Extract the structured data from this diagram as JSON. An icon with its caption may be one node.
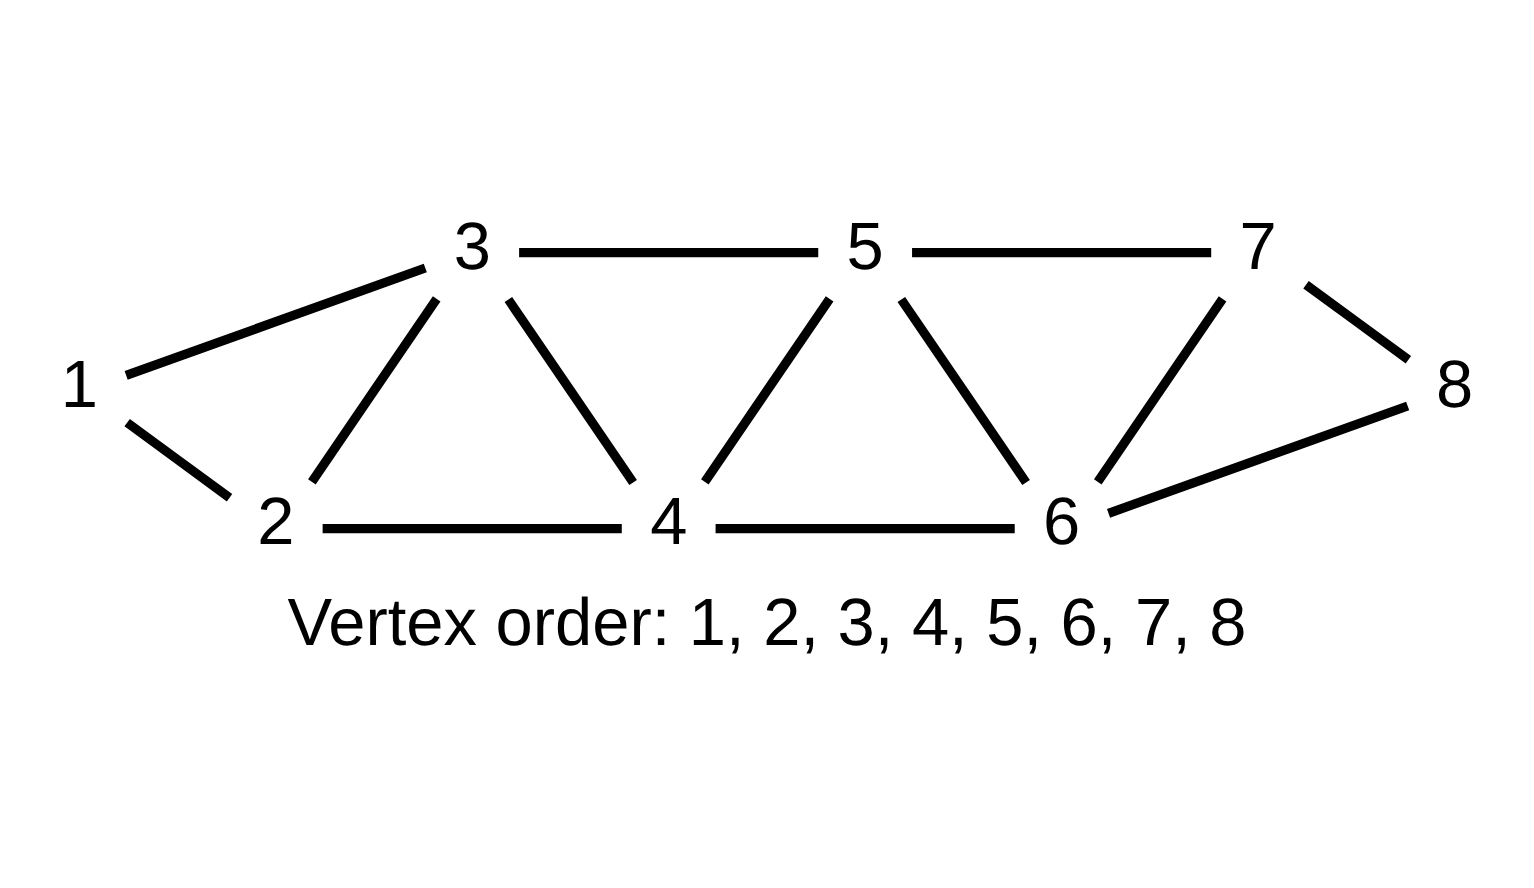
{
  "diagram": {
    "caption": "Vertex order: 1, 2, 3, 4, 5, 6, 7, 8",
    "nodes": [
      {
        "text": [
          "1"
        ]
      },
      {
        "text": [
          "2"
        ]
      },
      {
        "text": [
          "3"
        ]
      },
      {
        "text": [
          "4"
        ]
      },
      {
        "text": [
          "5"
        ]
      },
      {
        "text": [
          "6"
        ]
      },
      {
        "text": [
          "7"
        ]
      },
      {
        "text": [
          "8"
        ]
      }
    ],
    "edges": [
      {
        "from": 0,
        "to": 1,
        "arrow": "none"
      },
      {
        "from": 0,
        "to": 2,
        "arrow": "none"
      },
      {
        "from": 1,
        "to": 2,
        "arrow": "none"
      },
      {
        "from": 1,
        "to": 3,
        "arrow": "none"
      },
      {
        "from": 2,
        "to": 3,
        "arrow": "none"
      },
      {
        "from": 2,
        "to": 4,
        "arrow": "none"
      },
      {
        "from": 3,
        "to": 4,
        "arrow": "none"
      },
      {
        "from": 3,
        "to": 5,
        "arrow": "none"
      },
      {
        "from": 4,
        "to": 5,
        "arrow": "none"
      },
      {
        "from": 4,
        "to": 6,
        "arrow": "none"
      },
      {
        "from": 5,
        "to": 6,
        "arrow": "none"
      },
      {
        "from": 5,
        "to": 7,
        "arrow": "none"
      },
      {
        "from": 6,
        "to": 7,
        "arrow": "none"
      }
    ]
  }
}
